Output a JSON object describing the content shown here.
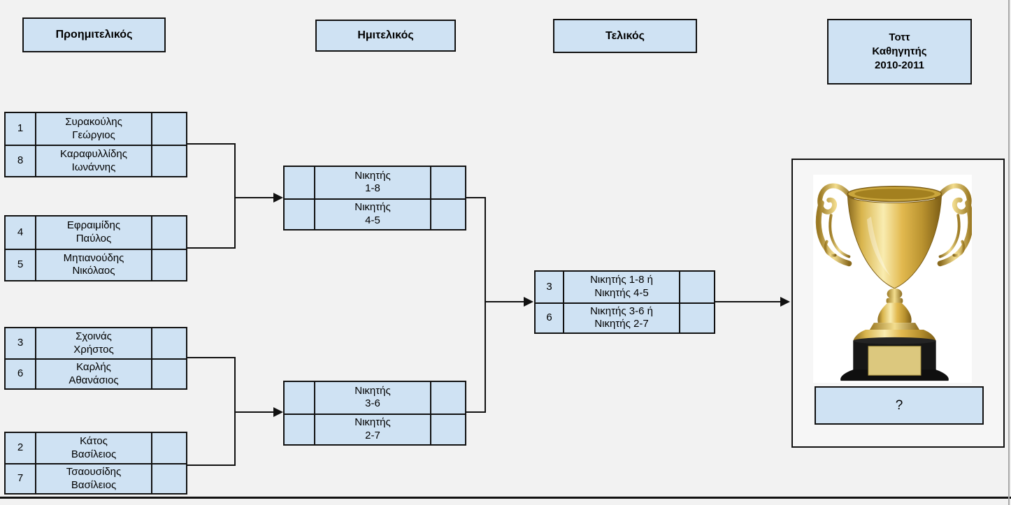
{
  "page": {
    "background_color": "#f2f2f2",
    "box_fill_color": "#cfe2f3",
    "line_color": "#111111"
  },
  "column_headers": {
    "quarterfinal": "Προημιτελικός",
    "semifinal": "Ημιτελικός",
    "final": "Τελικός",
    "trophy_title": "Τοττ\nΚαθηγητής\n2010-2011"
  },
  "bracket": {
    "quarterfinals": [
      {
        "rows": [
          {
            "seed": "1",
            "name": "Συρακούλης\nΓεώργιος",
            "score": ""
          },
          {
            "seed": "8",
            "name": "Καραφυλλίδης\nΙωνάννης",
            "score": ""
          }
        ]
      },
      {
        "rows": [
          {
            "seed": "4",
            "name": "Εφραιμίδης\nΠαύλος",
            "score": ""
          },
          {
            "seed": "5",
            "name": "Μητιανούδης\nΝικόλαος",
            "score": ""
          }
        ]
      },
      {
        "rows": [
          {
            "seed": "3",
            "name": "Σχοινάς\nΧρήστος",
            "score": ""
          },
          {
            "seed": "6",
            "name": "Καρλής\nΑθανάσιος",
            "score": ""
          }
        ]
      },
      {
        "rows": [
          {
            "seed": "2",
            "name": "Κάτος\nΒασίλειος",
            "score": ""
          },
          {
            "seed": "7",
            "name": "Τσαουσίδης\nΒασίλειος",
            "score": ""
          }
        ]
      }
    ],
    "semifinals": [
      {
        "rows": [
          {
            "seed": "",
            "name": "Νικητής\n1-8",
            "score": ""
          },
          {
            "seed": "",
            "name": "Νικητής\n4-5",
            "score": ""
          }
        ]
      },
      {
        "rows": [
          {
            "seed": "",
            "name": "Νικητής\n3-6",
            "score": ""
          },
          {
            "seed": "",
            "name": "Νικητής\n2-7",
            "score": ""
          }
        ]
      }
    ],
    "final": {
      "rows": [
        {
          "seed": "3",
          "name": "Νικητής 1-8 ή\nΝικητής 4-5",
          "score": ""
        },
        {
          "seed": "6",
          "name": "Νικητής 3-6 ή\nΝικητής 2-7",
          "score": ""
        }
      ]
    }
  },
  "champion": {
    "trophy_icon": "trophy-icon",
    "unknown_winner_label": "?"
  }
}
